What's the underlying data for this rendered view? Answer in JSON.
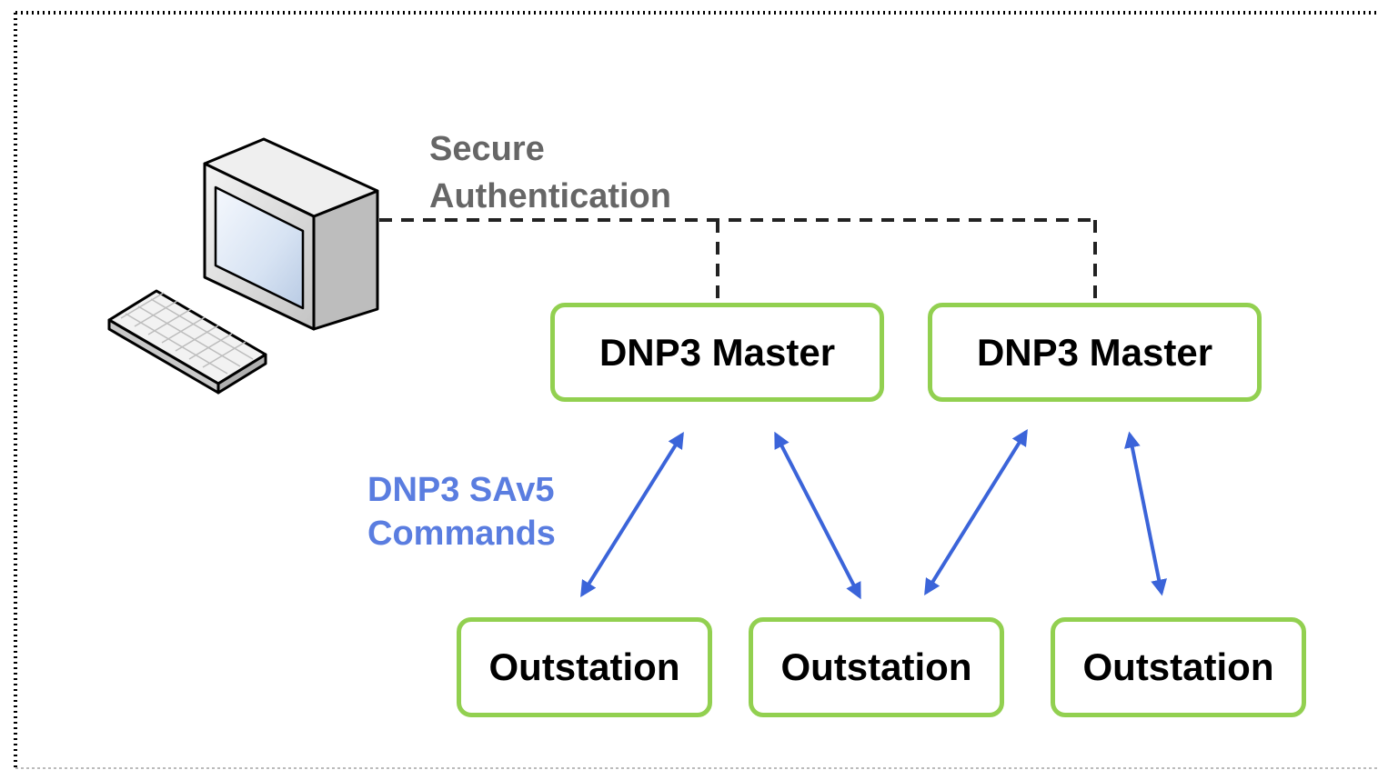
{
  "labels": {
    "secure_auth": [
      "Secure",
      "Authentication"
    ],
    "sav5_commands": [
      "DNP3 SAv5",
      "Commands"
    ]
  },
  "masters": [
    {
      "label": "DNP3 Master"
    },
    {
      "label": "DNP3 Master"
    }
  ],
  "outstations": [
    {
      "label": "Outstation"
    },
    {
      "label": "Outstation"
    },
    {
      "label": "Outstation"
    }
  ],
  "icons": {
    "workstation": "desktop-computer-icon",
    "keyboard": "keyboard-icon"
  },
  "colors": {
    "node_border": "#92d050",
    "arrow": "#3b64d9",
    "secure_auth_text": "#666666",
    "commands_text": "#5a7de0",
    "dashed_link": "#222222",
    "frame_border": "#000000"
  }
}
